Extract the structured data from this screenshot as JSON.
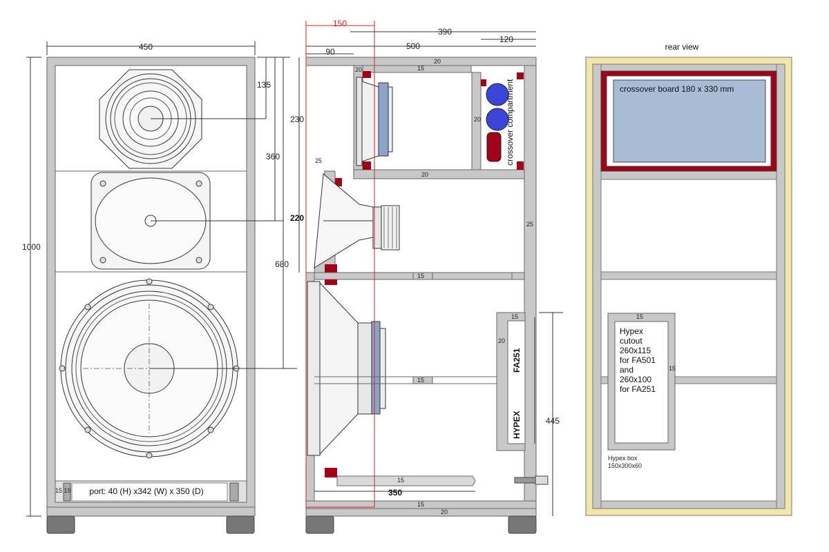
{
  "front": {
    "width_dim": "450",
    "height_dim": "1000",
    "dim_135": "135",
    "dim_360": "360",
    "dim_680": "680",
    "port_label": "port: 40 (H) x342 (W) x 350 (D)",
    "port_side_label": "15 19"
  },
  "side": {
    "dim_150": "150",
    "dim_390": "390",
    "dim_500": "500",
    "dim_120": "120",
    "dim_90": "90",
    "dim_230": "230",
    "dim_220": "220",
    "dim_25a": "25",
    "dim_25b": "25",
    "dim_20_top": "20",
    "dim_20_a": "20",
    "dim_20_b": "20",
    "dim_20_c": "20",
    "dim_20_d": "20",
    "dim_20_bottom": "20",
    "dim_15_a": "15",
    "dim_15_b": "15",
    "dim_15_c": "15",
    "dim_15_d": "15",
    "dim_15_e": "15",
    "dim_15_f": "15",
    "dim_350": "350",
    "dim_445": "445",
    "crossover_compartment": "crossover compartment",
    "fa251": "FA251",
    "hypex": "HYPEX"
  },
  "rear": {
    "title": "rear view",
    "crossover_board": "crossover board 180 x 330 mm",
    "hypex_lines": [
      "Hypex",
      "cutout",
      "260x115",
      "for FA501",
      "and",
      "260x100",
      "for FA251"
    ],
    "dim_15_top": "15",
    "dim_15_side": "15",
    "hypex_box_line1": "Hypex box",
    "hypex_box_line2": "150x300x60"
  },
  "colors": {
    "panel_grey": "#c8c8c8",
    "panel_edge": "#666666",
    "accent_red": "#a00018",
    "crossover_blue": "#a9bcd6",
    "capacitor_blue": "#3d44d8",
    "rear_frame": "#f2e6a9",
    "red_guide": "#e02020"
  }
}
